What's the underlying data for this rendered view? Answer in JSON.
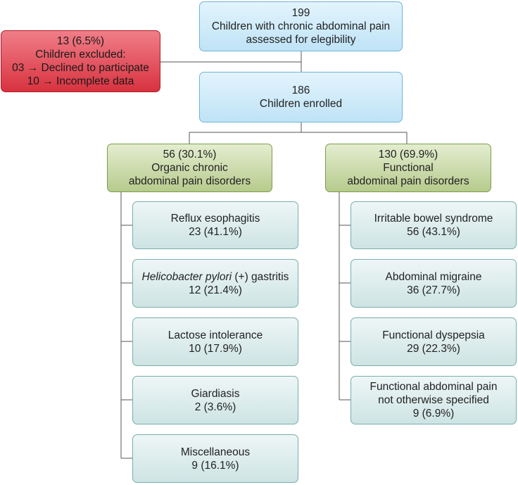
{
  "screening": {
    "count": "199",
    "line1": "Children with chronic abdominal pain",
    "line2": "assessed for elegibility"
  },
  "excluded": {
    "count": "13 (6.5%)",
    "title": "Children excluded:",
    "reasons": [
      "03 → Declined to participate",
      "10 → Incomplete data"
    ]
  },
  "enrolled": {
    "count": "186",
    "label": "Children enrolled"
  },
  "organic": {
    "count": "56 (30.1%)",
    "line1": "Organic chronic",
    "line2": "abdominal pain disorders",
    "items": [
      {
        "name": "Reflux esophagitis",
        "value": "23 (41.1%)"
      },
      {
        "name_italic": "Helicobacter pylori",
        "name_rest": " (+) gastritis",
        "value": "12 (21.4%)"
      },
      {
        "name": "Lactose intolerance",
        "value": "10 (17.9%)"
      },
      {
        "name": "Giardiasis",
        "value": "2 (3.6%)"
      },
      {
        "name": "Miscellaneous",
        "value": "9 (16.1%)"
      }
    ]
  },
  "functional": {
    "count": "130 (69.9%)",
    "line1": "Functional",
    "line2": "abdominal pain disorders",
    "items": [
      {
        "name": "Irritable bowel syndrome",
        "value": "56 (43.1%)"
      },
      {
        "name": "Abdominal migraine",
        "value": "36 (27.7%)"
      },
      {
        "name": "Functional dyspepsia",
        "value": "29 (22.3%)"
      },
      {
        "name": "Functional abdominal pain",
        "name2": "not otherwise specified",
        "value": "9 (6.9%)"
      }
    ]
  },
  "colors": {
    "blue_box": "#bfe3f6",
    "red_box": "#d8323f",
    "green_box": "#b6cb8d",
    "teal_box": "#cde4e3",
    "connector": "#555555"
  }
}
